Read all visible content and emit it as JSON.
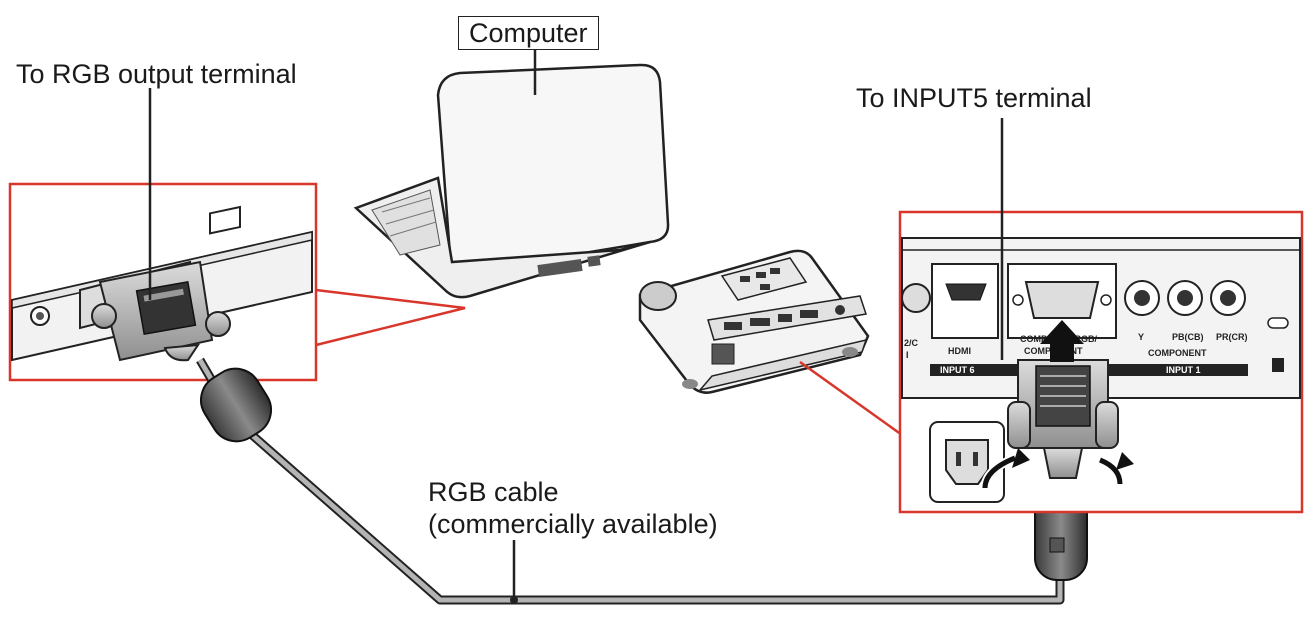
{
  "labels": {
    "computer": "Computer",
    "rgb_output": "To RGB output terminal",
    "input5": "To INPUT5 terminal",
    "cable_line1": "RGB cable",
    "cable_line2": "(commercially available)"
  },
  "panel": {
    "hdmi": "HDMI",
    "input6": "INPUT 6",
    "computer_rgb": "COMPUTER-RGB/",
    "component": "COMPONENT",
    "y": "Y",
    "pb": "PB(CB)",
    "pr": "PR(CR)",
    "component2": "COMPONENT",
    "input1": "INPUT 1"
  },
  "colors": {
    "callout": "#d9362b",
    "ink": "#1a1a1a",
    "cable": "#9a9a9a"
  }
}
